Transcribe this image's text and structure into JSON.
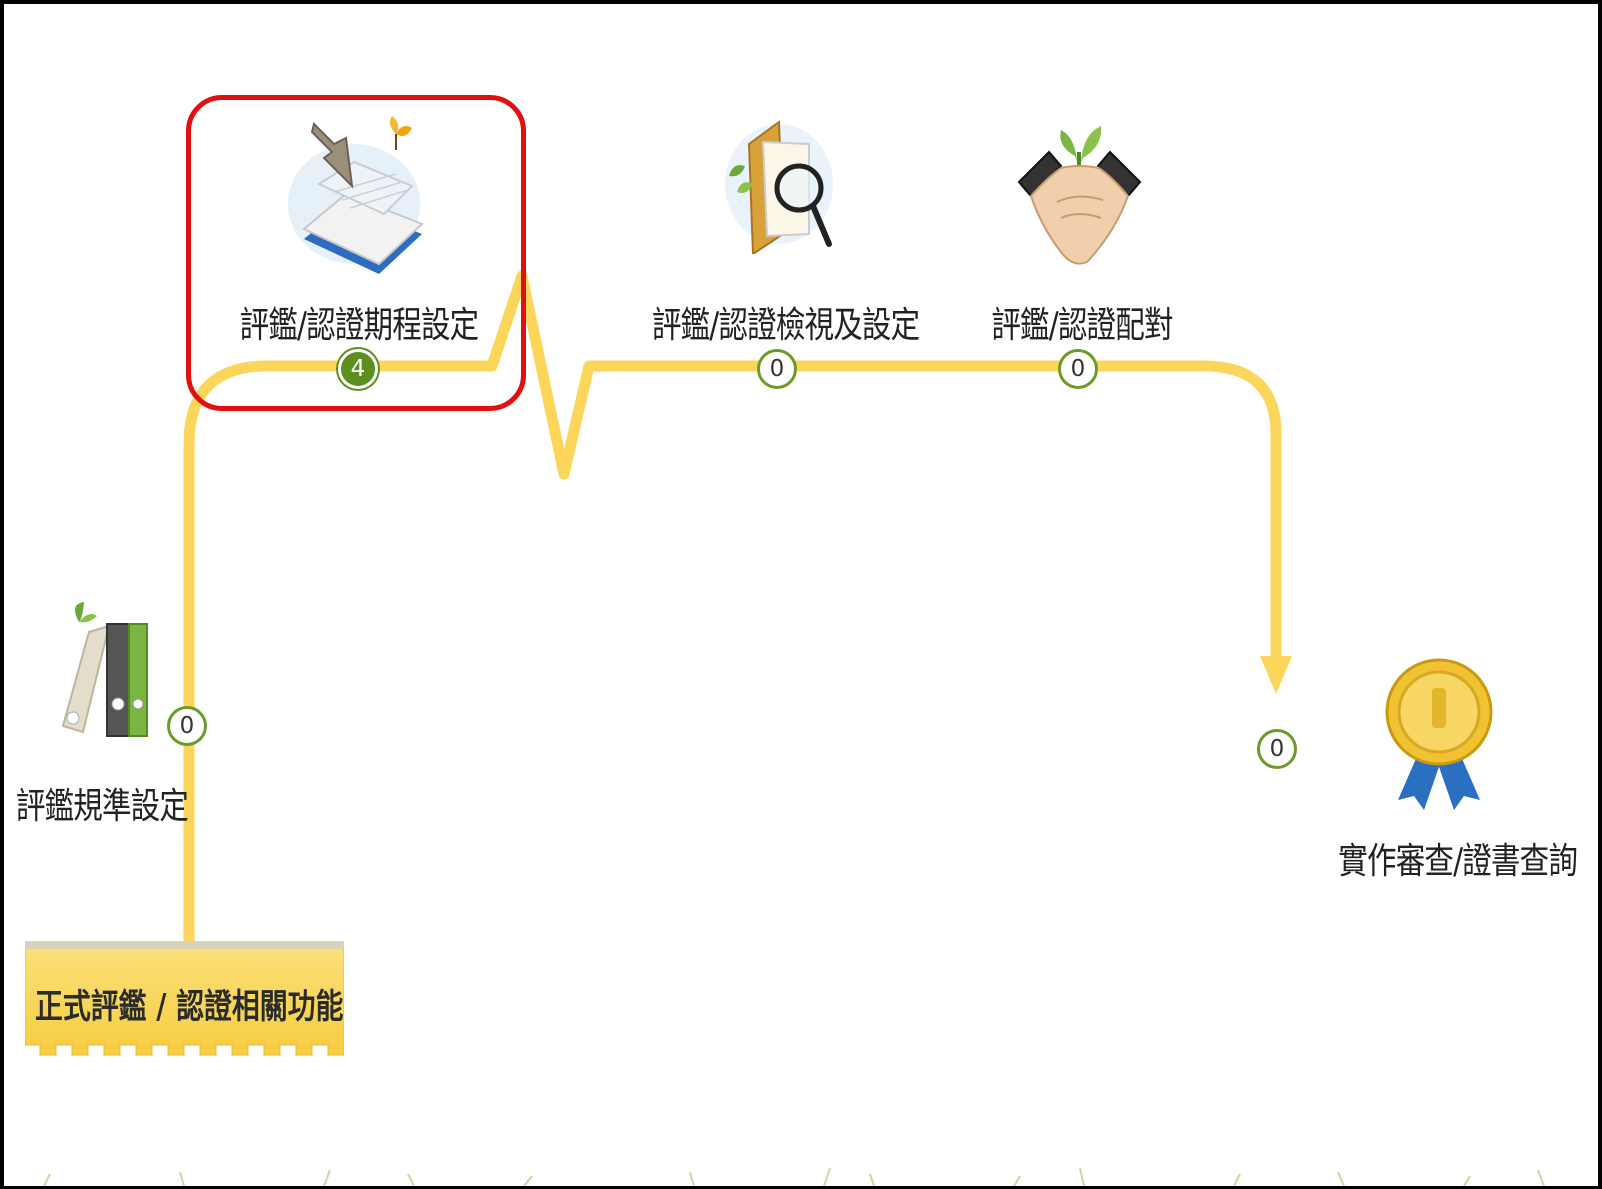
{
  "steps": [
    {
      "id": "criteria",
      "label": "評鑑規準設定",
      "count": "0",
      "icon": "binders-icon"
    },
    {
      "id": "schedule",
      "label": "評鑑/認證期程設定",
      "count": "4",
      "icon": "calendar-icon",
      "highlighted": true
    },
    {
      "id": "review",
      "label": "評鑑/認證檢視及設定",
      "count": "0",
      "icon": "folder-magnifier-icon"
    },
    {
      "id": "matching",
      "label": "評鑑/認證配對",
      "count": "0",
      "icon": "handshake-icon"
    },
    {
      "id": "certificate",
      "label": "實作審查/證書查詢",
      "count": "0",
      "icon": "medal-icon"
    }
  ],
  "banner": {
    "label": "正式評鑑 / 認證相關功能"
  },
  "colors": {
    "path": "#fcd65a",
    "badge_ring": "#6e9a2a",
    "highlight": "#e01010",
    "banner": "#f9d456"
  }
}
